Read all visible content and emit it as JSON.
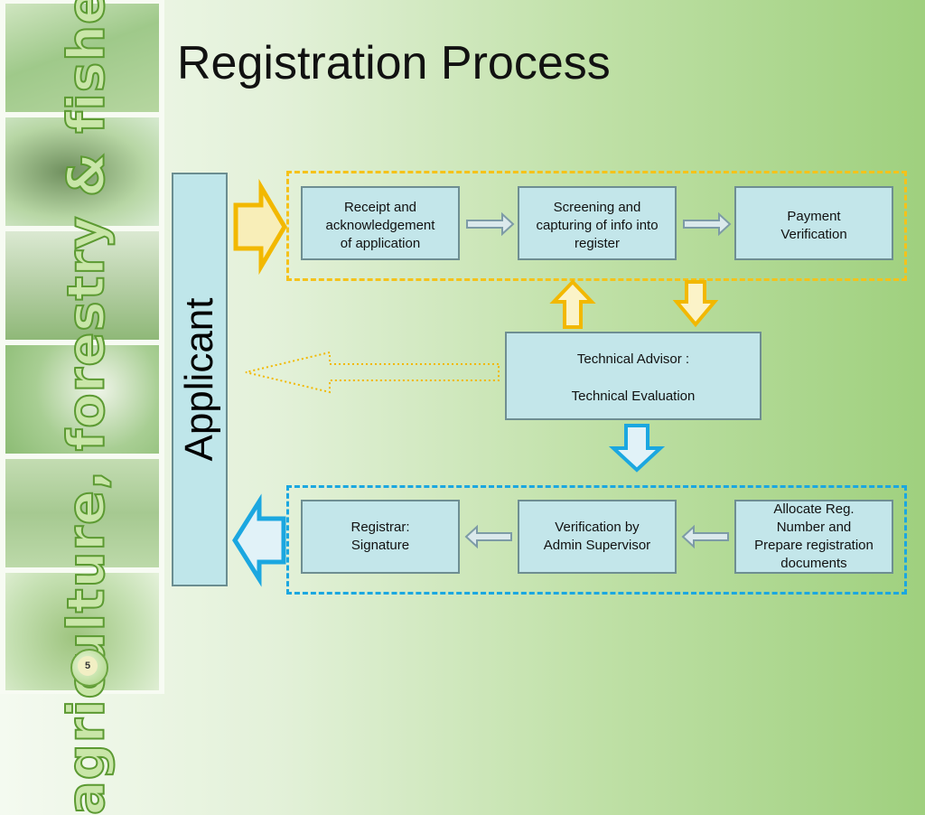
{
  "slide": {
    "title": "Registration Process",
    "sidebar_brand": "agriculture, forestry & fisheries",
    "page_number": "5"
  },
  "applicant_label": "Applicant",
  "steps": {
    "receipt": "Receipt and\nacknowledgement\nof application",
    "screening": "Screening and\ncapturing of info into\nregister",
    "payment": "Payment\nVerification",
    "technical_advisor": "Technical Advisor :",
    "technical_evaluation": "Technical Evaluation",
    "registrar": "Registrar:\nSignature",
    "verification": "Verification by\nAdmin Supervisor",
    "allocate": "Allocate Reg.\nNumber and\nPrepare registration\ndocuments"
  },
  "colors": {
    "box_fill": "#c3e6ea",
    "top_group_dash": "#f5c21a",
    "bottom_group_dash": "#1ba7e0",
    "applicant_fill": "#bfe6ea",
    "brand_green": "#5c9a32"
  }
}
